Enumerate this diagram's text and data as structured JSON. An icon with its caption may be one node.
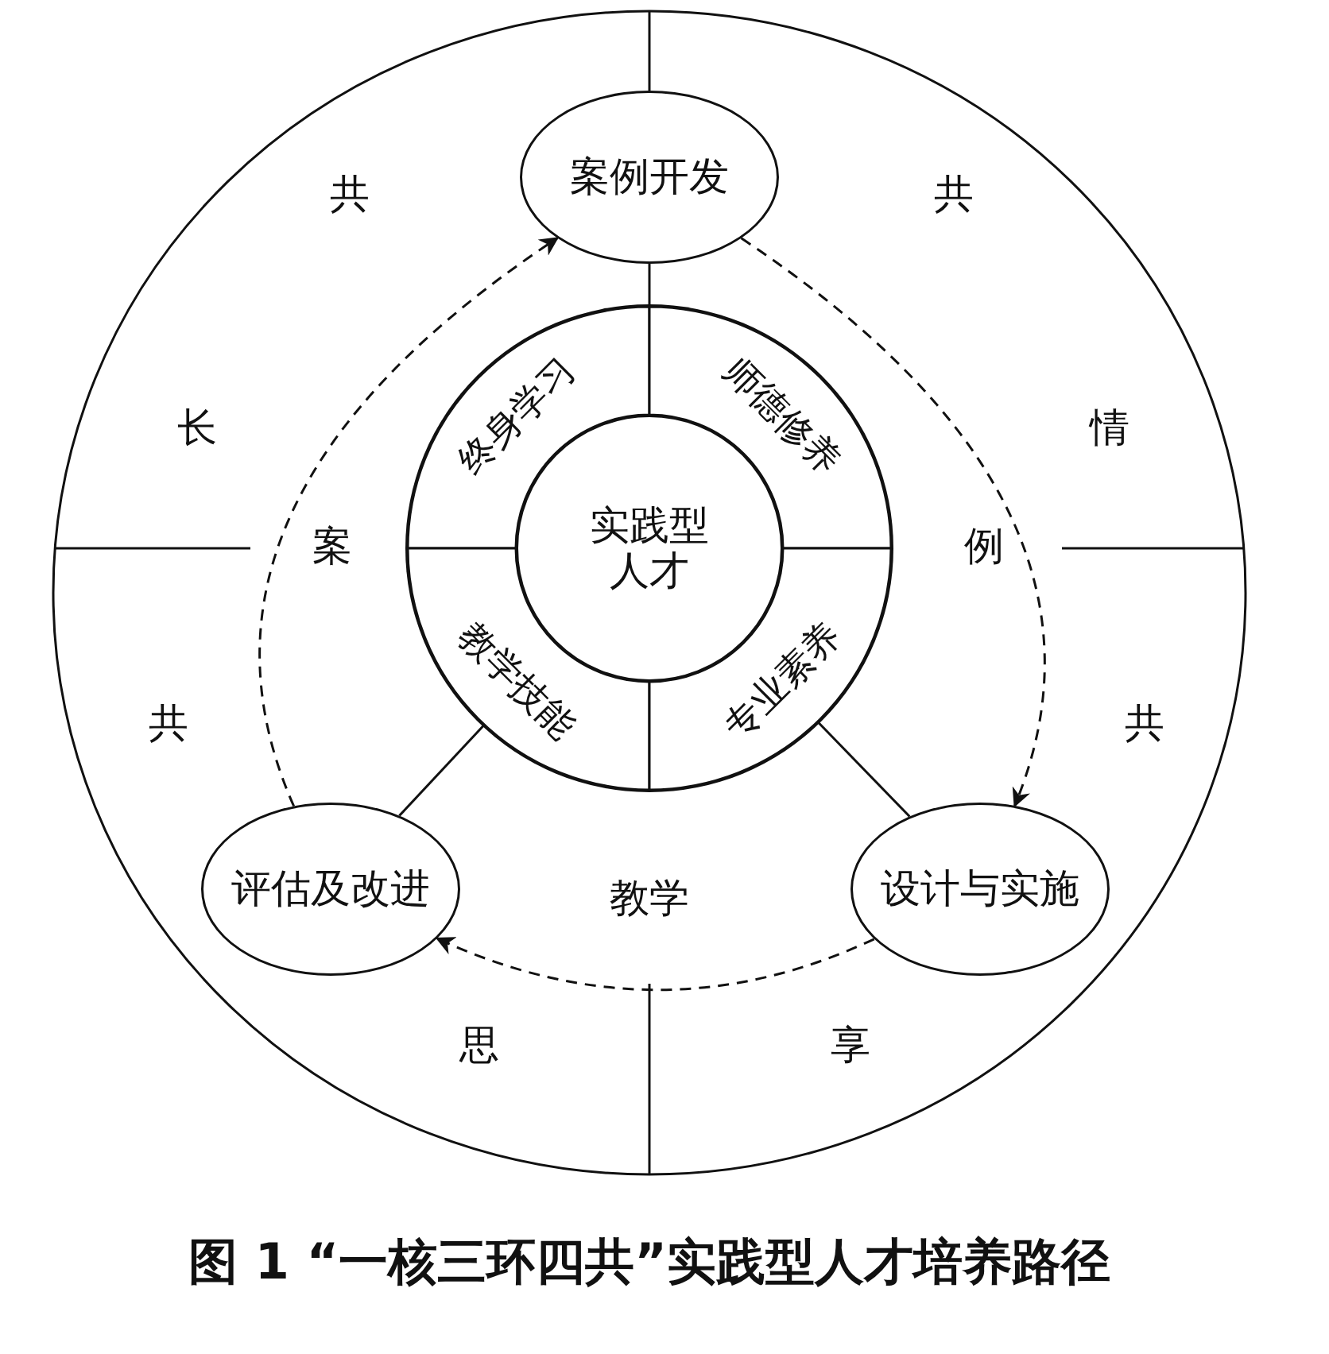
{
  "diagram": {
    "caption": "图 1 “一核三环四共”实践型人才培养路径",
    "nodes": [
      {
        "text": [
          "案例开发"
        ]
      },
      {
        "text": [],
        "shape": "circle"
      },
      {
        "text": [
          "终身学习"
        ],
        "in": 1
      },
      {
        "text": [
          "师德修养"
        ],
        "in": 1
      },
      {
        "text": [
          "实践型人才"
        ],
        "in": 1
      },
      {
        "text": [
          "教学技能"
        ],
        "in": 1
      },
      {
        "text": [
          "专业素养"
        ],
        "in": 1
      },
      {
        "text": [
          "评估及改进"
        ]
      },
      {
        "text": [
          "设计与实施"
        ]
      }
    ],
    "edges": [
      {
        "from": 0,
        "to": 1,
        "arrow": "none"
      },
      {
        "from": 5,
        "to": 7,
        "arrow": "none"
      },
      {
        "from": 6,
        "to": 8,
        "arrow": "none"
      },
      {
        "from": 7,
        "to": 0,
        "arrow": "to",
        "style": "dashed"
      },
      {
        "from": 0,
        "to": 8,
        "arrow": "to",
        "style": "dashed"
      },
      {
        "from": 8,
        "to": 7,
        "arrow": "to",
        "style": "dashed"
      }
    ],
    "labels": [
      "共",
      "共",
      "长",
      "情",
      "案",
      "例",
      "共",
      "共",
      "教学",
      "思",
      "享"
    ]
  }
}
